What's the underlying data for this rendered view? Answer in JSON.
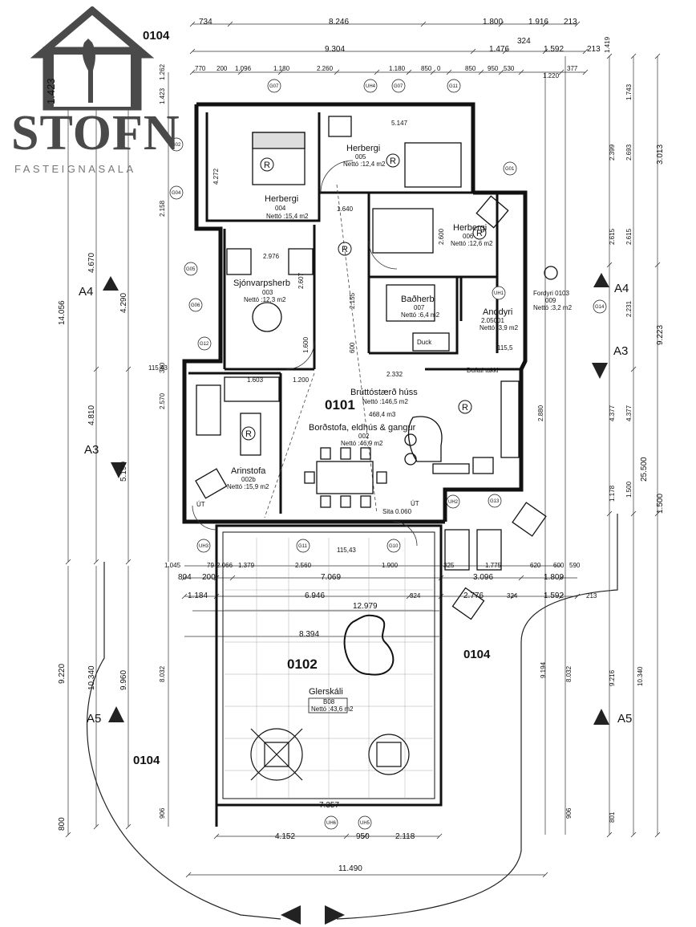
{
  "logo": {
    "word": "STOFN",
    "sub": "FASTEIGNASALA"
  },
  "zones": {
    "z0104_top": "0104",
    "z0101": "0101",
    "z0102": "0102",
    "z0104_right": "0104",
    "z0104_left": "0104"
  },
  "rooms": {
    "herb004": {
      "name": "Herbergi",
      "num": "004",
      "area": "Nettó :15,4 m2"
    },
    "herb005": {
      "name": "Herbergi",
      "num": "005",
      "area": "Nettó :12,4 m2"
    },
    "herb006": {
      "name": "Herbergi",
      "num": "006",
      "area": "Nettó :12,6 m2"
    },
    "sjonv": {
      "name": "Sjónvarpsherb",
      "num": "003",
      "area": "Nettó :12,3 m2"
    },
    "bad": {
      "name": "Baðherb",
      "num": "007",
      "area": "Nettó :6,4 m2"
    },
    "andd": {
      "name": "Anddyri",
      "num": "2.05001",
      "area": "Nettó :3,9 m2"
    },
    "fordyri": {
      "name": "Fordyri 0103",
      "num": "009",
      "area": "Nettó :3,2 m2"
    },
    "brutto": {
      "name": "Brúttóstærð húss",
      "area": "Nettó :146,5 m2",
      "vol": "468,4 m3"
    },
    "bord": {
      "name": "Borðstofa, eldhús & gangur",
      "num": "002",
      "area": "Nettó :46,9 m2"
    },
    "arin": {
      "name": "Arinstofa",
      "num": "002b",
      "area": "Nettó :15,9 m2"
    },
    "gler": {
      "name": "Glerskáli",
      "num": "B08"
    }
  },
  "sections": {
    "a4_left": "A4",
    "a4_right": "A4",
    "a3_left": "A3",
    "a3_right": "A3",
    "a5_left": "A5",
    "a5_right": "A5"
  },
  "dims": {
    "top1": [
      "734",
      "8.246",
      "1.800",
      "1.916",
      "213"
    ],
    "top2": [
      "9.304",
      "1.476",
      "324",
      "1.592",
      "213"
    ],
    "top3": [
      "770",
      "200",
      "1.096",
      "1.180",
      "2.260",
      "1.180",
      "850",
      "0",
      "850",
      "950",
      "530",
      "1.220",
      "377"
    ],
    "top3b": "1.419",
    "left_outer": [
      "14.056",
      "9.220",
      "800"
    ],
    "left_mid": [
      "4.670",
      "4.810",
      "10.340"
    ],
    "left_inner": [
      "4.290",
      "5.190",
      "9.960"
    ],
    "left_small": [
      "1.423",
      "1.262",
      "2.158",
      "380",
      "2.570",
      "8.032",
      "906"
    ],
    "right_outer": [
      "3.013",
      "9.223",
      "25.500",
      "1.500",
      "10.340"
    ],
    "right_mid": [
      "1.743",
      "2.693",
      "2.615",
      "2.231",
      "4.377",
      "1.500",
      "9.216",
      "801"
    ],
    "right_inner": [
      "2.399",
      "2.615",
      "4.377",
      "1.178",
      "8.032",
      "906",
      "9.194"
    ],
    "mid_row1": [
      "1.045",
      "79",
      "2.066",
      "1.379",
      "2.560",
      "1.900",
      "325",
      "1.775",
      "620",
      "600",
      "590"
    ],
    "mid_row2": [
      "804",
      "200",
      "7.069",
      "3.096",
      "1.809"
    ],
    "mid_row3": [
      "1.184",
      "6.946",
      "324",
      "2.776",
      "324",
      "1.592",
      "213"
    ],
    "mid_row4": "12.979",
    "glass_w": "8.394",
    "glass_bottom": "7.357",
    "bottom_row": [
      "4.152",
      "950",
      "2.118"
    ],
    "bottom_total": "11.490",
    "inner": [
      "5.147",
      "1.640",
      "2.976",
      "2.607",
      "2.600",
      "2.155",
      "1.600",
      "1.200",
      "2.332",
      "1.603",
      "4.272",
      "2.880",
      "600"
    ],
    "levels": [
      "115,43",
      "115,43",
      "115,5"
    ]
  },
  "tags": [
    "G07",
    "UH4",
    "G07",
    "G11",
    "G01",
    "G02",
    "G04",
    "G05",
    "G06",
    "G12",
    "G11",
    "G10",
    "G13",
    "G14",
    "UH3",
    "UH2",
    "UH1",
    "UH5",
    "UH6"
  ],
  "notes": {
    "r_marker": "R",
    "ut1": "ÚT",
    "ut2": "ÚT",
    "duftal": "Duftal takki",
    "sita": "Sita 0.060",
    "bath_fix": "Duck",
    "gler_area": "Nettó :43,6 m2"
  }
}
